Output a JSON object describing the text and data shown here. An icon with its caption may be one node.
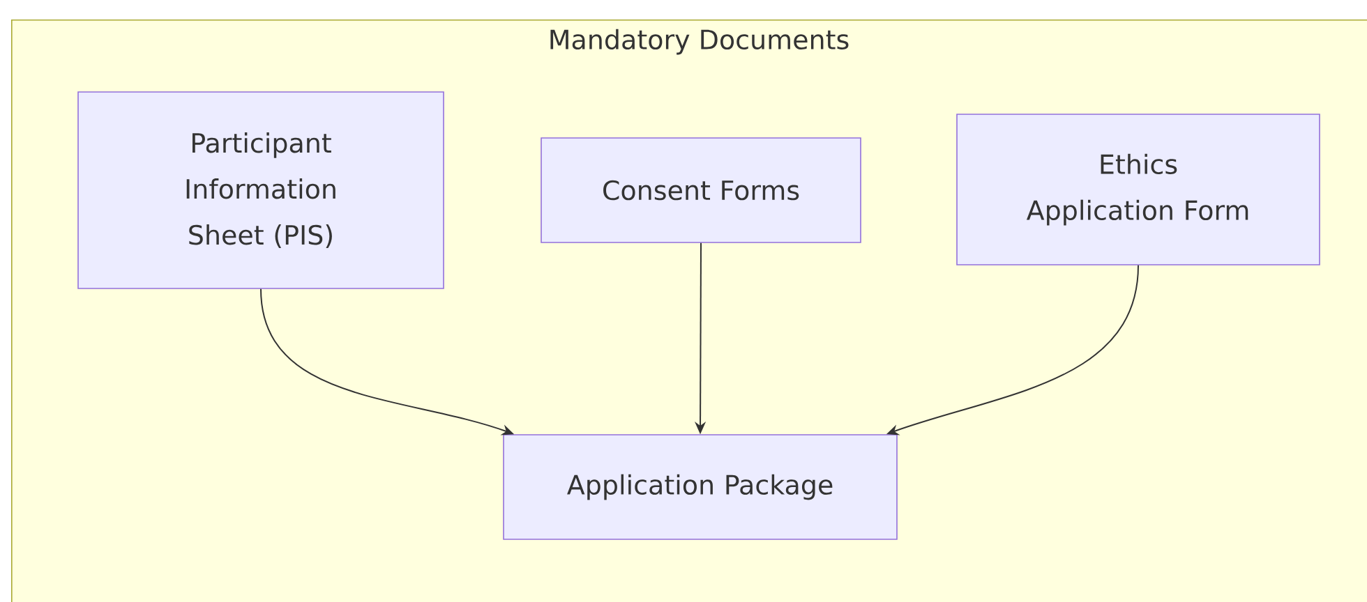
{
  "diagram": {
    "nodes": [
      {
        "text": [
          "Mandatory Documents"
        ]
      },
      {
        "text": [
          "Participant Information Sheet (PIS)"
        ],
        "in": 0
      },
      {
        "text": [
          "Consent Forms"
        ],
        "in": 0
      },
      {
        "text": [
          "Ethics Application Form"
        ],
        "in": 0
      },
      {
        "text": [
          "Application Package"
        ],
        "in": 0
      }
    ],
    "edges": [
      {
        "from": 1,
        "to": 4,
        "arrow": "to"
      },
      {
        "from": 2,
        "to": 4,
        "arrow": "to"
      },
      {
        "from": 3,
        "to": 4,
        "arrow": "to"
      }
    ]
  }
}
